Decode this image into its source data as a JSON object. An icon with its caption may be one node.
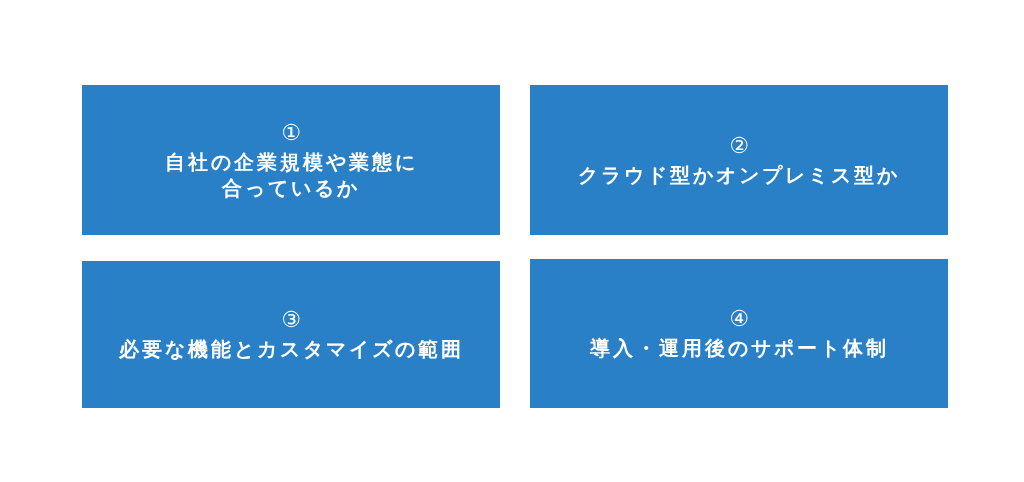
{
  "diagram": {
    "nodes": [
      {
        "text": [
          "①",
          "自社の企業規模や業態に合っているか"
        ]
      },
      {
        "text": [
          "②",
          "クラウド型かオンプレミス型か"
        ]
      },
      {
        "text": [
          "③",
          "必要な機能とカスタマイズの範囲"
        ]
      },
      {
        "text": [
          "④",
          "導入・運用後のサポート体制"
        ]
      }
    ]
  }
}
